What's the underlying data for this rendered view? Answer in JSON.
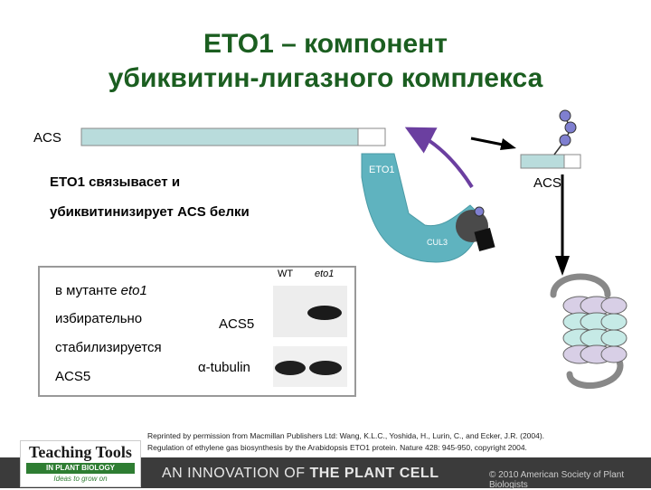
{
  "title": {
    "line1": "ETO1 – компонент",
    "line2": "убиквитин-лигазного комплекса"
  },
  "diagram": {
    "acs_top_label": "ACS",
    "acs_right_label": "ACS",
    "eto1_label": "ETO1",
    "cul3_label": "CUL3",
    "statement_line1": "ETO1 связывасет  и",
    "statement_line2": "убиквитинизирует ACS белки"
  },
  "mutant_box": {
    "line1_prefix": "в мутанте ",
    "line1_italic": "eto1",
    "line2": "избирательно",
    "line3": "стабилизируется",
    "line4": "ACS5"
  },
  "blot": {
    "col_wt": "WT",
    "col_eto1": "eto1",
    "row_acs5": "ACS5",
    "row_tubulin_symbol": "α",
    "row_tubulin": "-tubulin"
  },
  "credit": {
    "line1": "Reprinted by permission from Macmillan Publishers Ltd: Wang, K.L.C., Yoshida, H., Lurin, C., and Ecker, J.R. (2004).",
    "line2": "Regulation of ethylene gas biosynthesis by the Arabidopsis ETO1 protein. Nature 428: 945-950, copyright 2004."
  },
  "footer": {
    "logo_line1": "Teaching Tools",
    "logo_line2": "IN PLANT BIOLOGY",
    "logo_line3": "Ideas to grow on",
    "innovation_prefix": "AN INNOVATION OF ",
    "innovation_brand": "THE PLANT CELL",
    "copyright": "© 2010 American Society of Plant Biologists"
  },
  "colors": {
    "title_green": "#1b5e20",
    "protein_teal": "#5fb3bf",
    "acs_bar": "#b9dcdc",
    "arrow_purple": "#6b3fa0",
    "ubiquitin_blue": "#7f7fd0",
    "footer_bg": "#3b3b3b"
  }
}
